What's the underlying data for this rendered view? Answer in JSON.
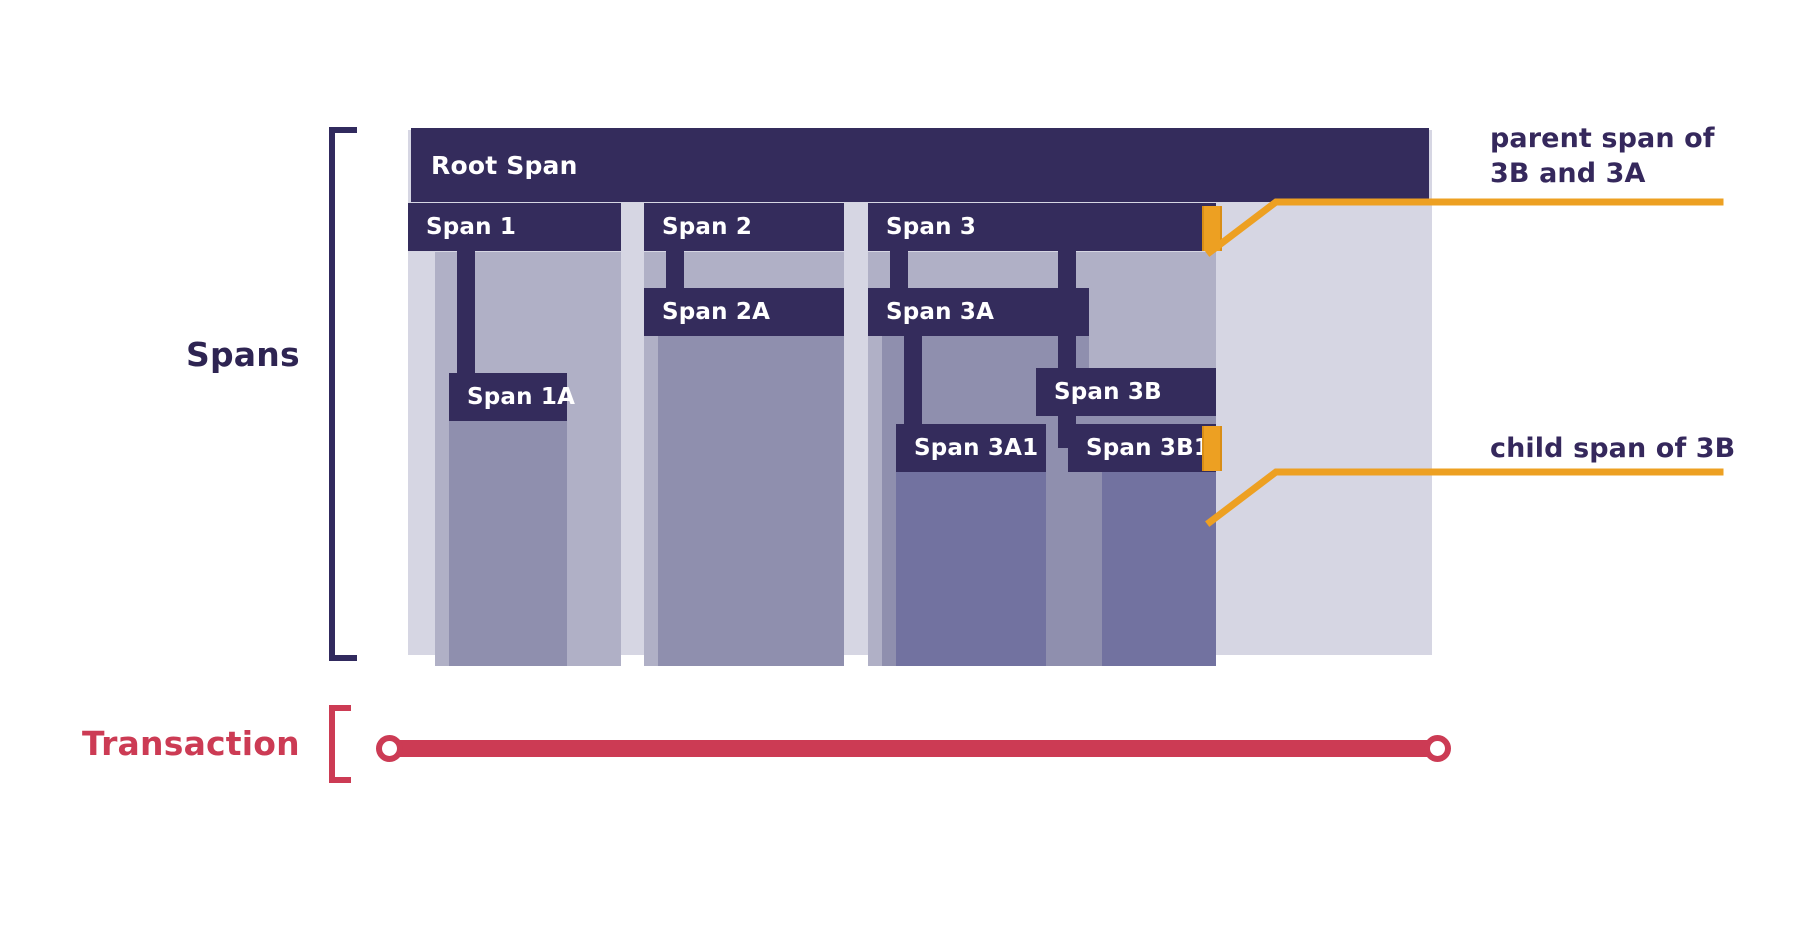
{
  "diagram": {
    "title_labels": {
      "spans": "Spans",
      "transaction": "Transaction"
    },
    "colors": {
      "span_bar": "#342c5c",
      "level0": "#d6d6e3",
      "level1": "#b0b0c6",
      "level2": "#8f8fae",
      "level3": "#7272a0",
      "highlight": "#eda022",
      "transaction": "#cc3b54",
      "text_dark": "#35285c"
    },
    "spans": [
      {
        "id": "root",
        "label": "Root Span",
        "depth": 0
      },
      {
        "id": "s1",
        "label": "Span 1",
        "depth": 1
      },
      {
        "id": "s1a",
        "label": "Span 1A",
        "depth": 2
      },
      {
        "id": "s2",
        "label": "Span 2",
        "depth": 1
      },
      {
        "id": "s2a",
        "label": "Span 2A",
        "depth": 2
      },
      {
        "id": "s3",
        "label": "Span 3",
        "depth": 1
      },
      {
        "id": "s3a",
        "label": "Span 3A",
        "depth": 2
      },
      {
        "id": "s3a1",
        "label": "Span 3A1",
        "depth": 3
      },
      {
        "id": "s3b",
        "label": "Span 3B",
        "depth": 2
      },
      {
        "id": "s3b1",
        "label": "Span 3B1",
        "depth": 3
      }
    ],
    "callouts": [
      {
        "id": "co1",
        "line1": "parent span of",
        "line2": "3B and 3A",
        "target": "s3"
      },
      {
        "id": "co2",
        "line1": "child span of 3B",
        "line2": "",
        "target": "s3b1"
      }
    ]
  }
}
